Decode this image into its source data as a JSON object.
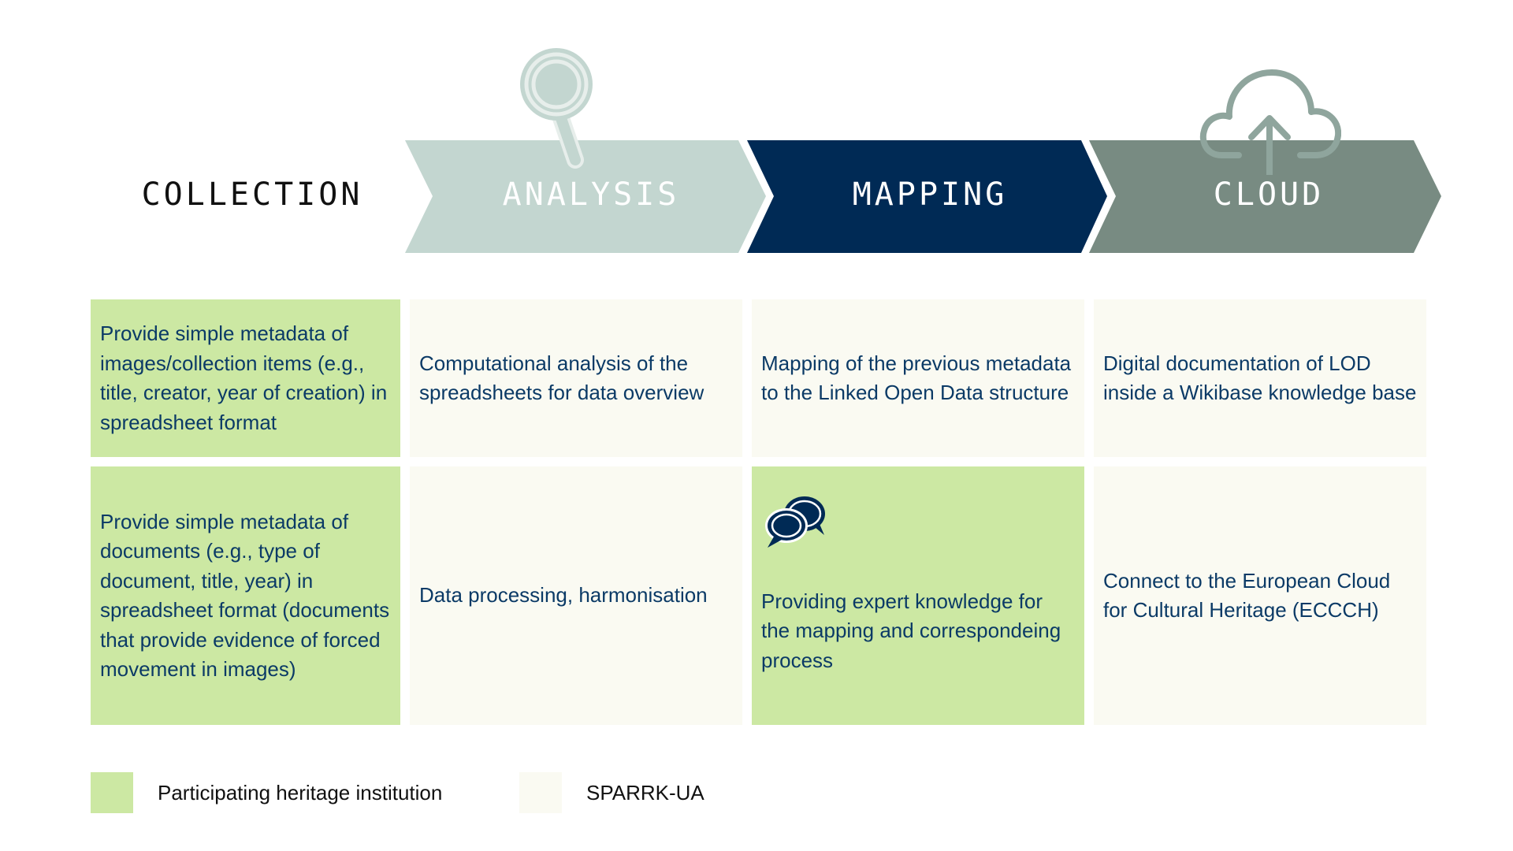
{
  "colors": {
    "institution": "#cce8a3",
    "sparrk": "#fafaf2",
    "analysis_arrow": "#c3d6d0",
    "mapping_arrow": "#002a55",
    "cloud_arrow": "#788b82",
    "cell_text": "#0b3a66"
  },
  "stages": {
    "collection": "COLLECTION",
    "analysis": "ANALYSIS",
    "mapping": "MAPPING",
    "cloud": "CLOUD"
  },
  "icons": {
    "analysis": "magnifier-icon",
    "cloud": "cloud-upload-icon",
    "expert": "speech-bubbles-icon"
  },
  "grid": {
    "row1": {
      "collection": "Provide simple metadata of images/collection items (e.g., title, creator, year of creation) in spreadsheet format",
      "analysis": "Computational analysis of the spreadsheets for data overview",
      "mapping": "Mapping of the previous metadata to the Linked Open Data structure",
      "cloud": "Digital documentation of LOD inside a Wikibase knowledge base"
    },
    "row2": {
      "collection": "Provide simple metadata of documents (e.g., type of document, title, year) in spreadsheet format (documents that provide evidence of forced movement in images)",
      "analysis": "Data processing, harmonisation",
      "mapping": "Providing expert knowledge for the mapping and correspondeing process",
      "cloud": "Connect to the European Cloud for Cultural Heritage (ECCCH)"
    }
  },
  "legend": {
    "institution": "Participating heritage institution",
    "sparrk": "SPARRK-UA"
  }
}
